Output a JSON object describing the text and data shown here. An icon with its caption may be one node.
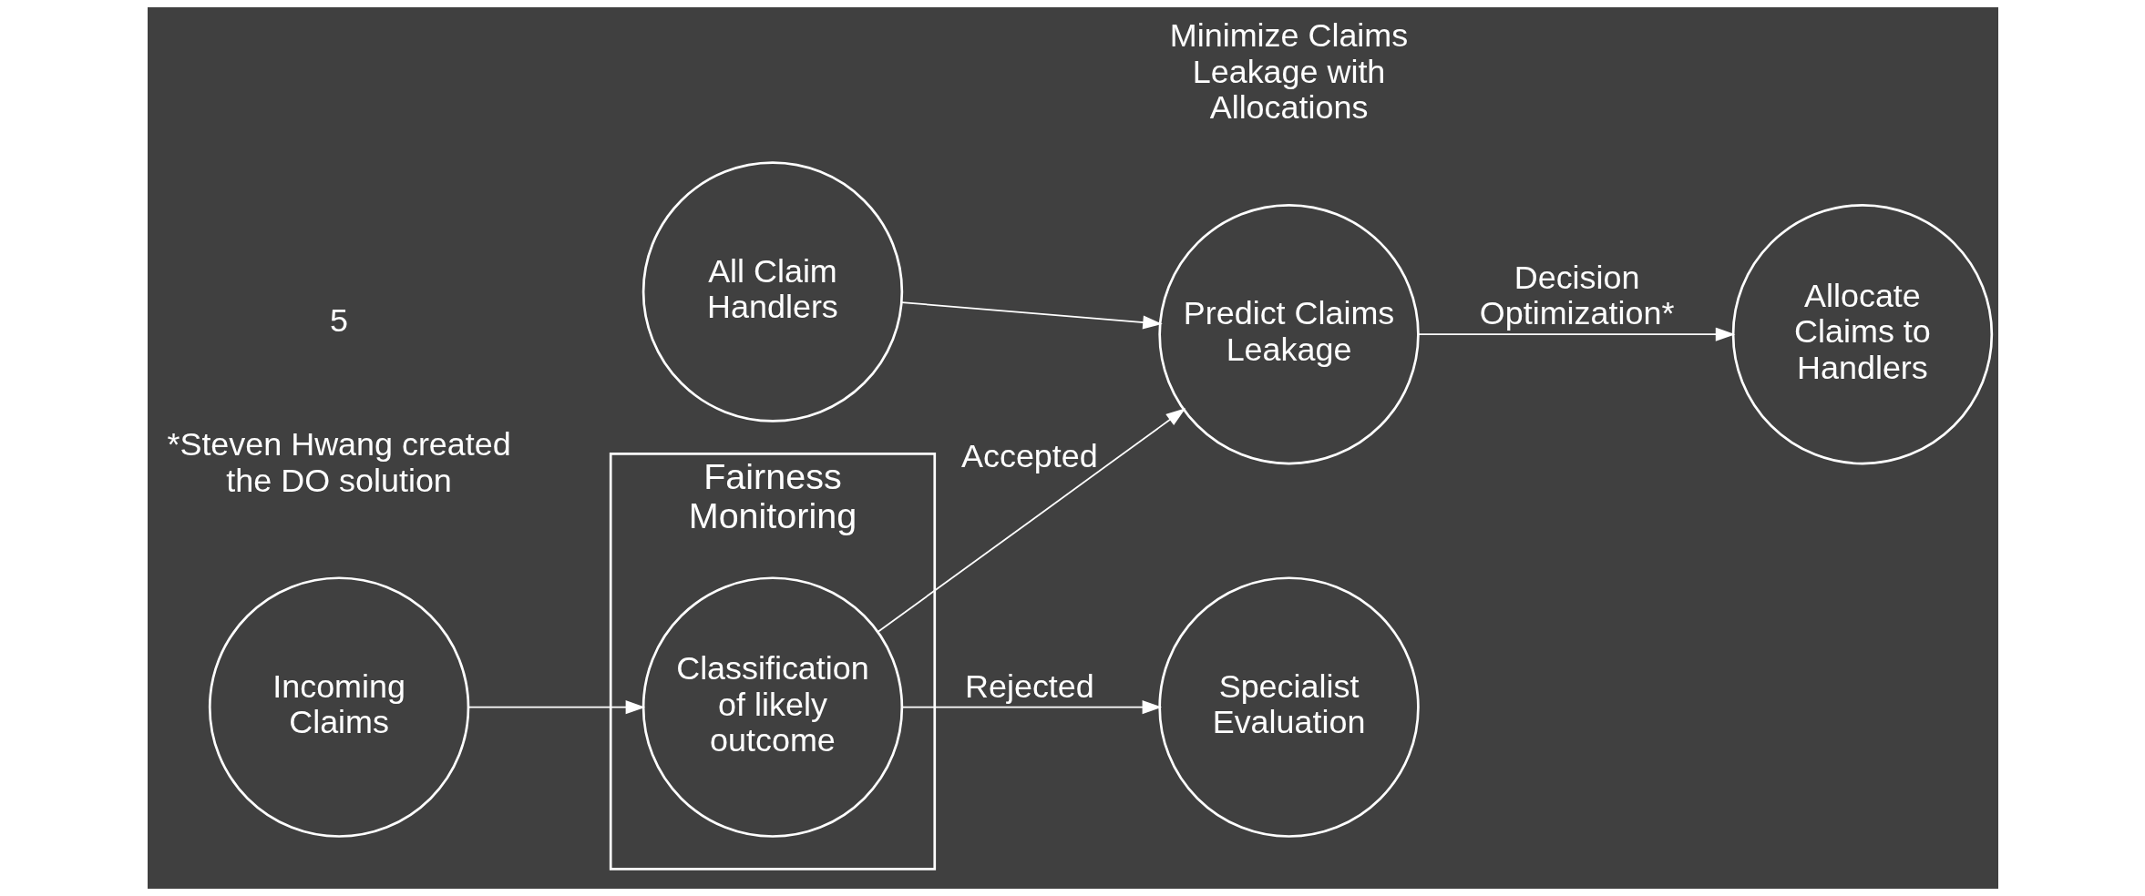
{
  "diagram": {
    "nodes": [
      {
        "text": [
          "Fairness Monitoring"
        ]
      },
      {
        "text": [
          "Incoming Claims"
        ]
      },
      {
        "text": [
          "Classification of likely outcome"
        ],
        "in": 0
      },
      {
        "text": [
          "Specialist Evaluation"
        ]
      },
      {
        "text": [
          "Predict Claims Leakage"
        ]
      },
      {
        "text": [
          "All Claim Handlers"
        ]
      },
      {
        "text": [
          "Allocate Claims to Handlers"
        ]
      }
    ],
    "edges": [
      {
        "from": 1,
        "to": 2,
        "arrow": "to"
      },
      {
        "from": 2,
        "to": 4,
        "arrow": "to",
        "label": "Accepted"
      },
      {
        "from": 2,
        "to": 3,
        "arrow": "to",
        "label": "Rejected"
      },
      {
        "from": 5,
        "to": 4,
        "arrow": "to"
      },
      {
        "from": 4,
        "to": 6,
        "arrow": "to",
        "label": "Decision Optimization*"
      }
    ],
    "labels": [
      "Minimize Claims Leakage with Allocations",
      "*Steven Hwang created the DO solution",
      "5"
    ]
  }
}
